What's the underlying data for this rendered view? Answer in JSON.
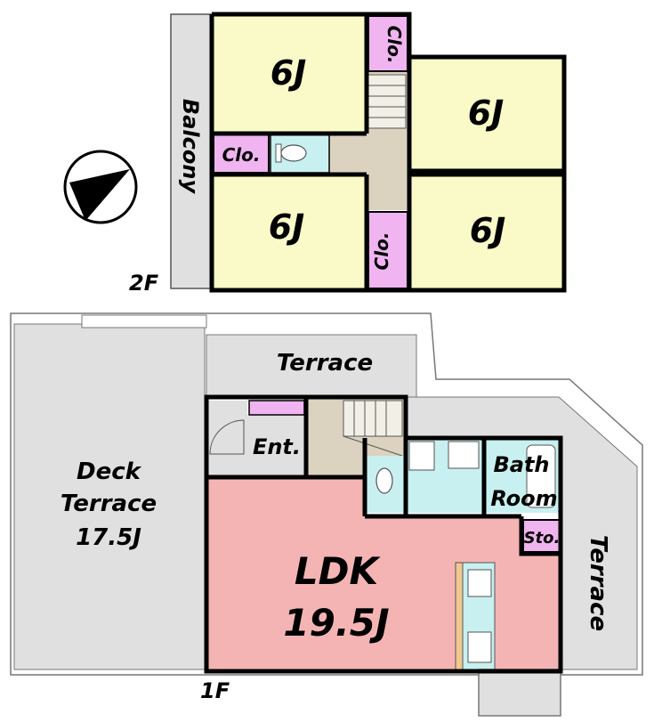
{
  "floor_labels": {
    "second": "2F",
    "first": "1F"
  },
  "floor2": {
    "balcony": "Balcony",
    "room_nw": "6J",
    "room_ne": "6J",
    "room_sw": "6J",
    "room_se": "6J",
    "closet_top": "Clo.",
    "closet_left": "Clo.",
    "closet_middle": "Clo."
  },
  "floor1": {
    "terrace_north": "Terrace",
    "terrace_east": "Terrace",
    "deck_terrace_line1": "Deck",
    "deck_terrace_line2": "Terrace",
    "deck_terrace_size": "17.5J",
    "entrance": "Ent.",
    "bath_line1": "Bath",
    "bath_line2": "Room",
    "storage": "Sto.",
    "ldk_name": "LDK",
    "ldk_size": "19.5J"
  },
  "colors": {
    "bedroom": "#fafac8",
    "closet": "#f0b4f0",
    "hall": "#dcd2c0",
    "wet_area": "#c8f0f0",
    "ldk": "#f5b4b4",
    "terrace": "#e0e0e0",
    "wall": "#000000"
  },
  "icons": {
    "compass": "north-arrow-icon"
  }
}
